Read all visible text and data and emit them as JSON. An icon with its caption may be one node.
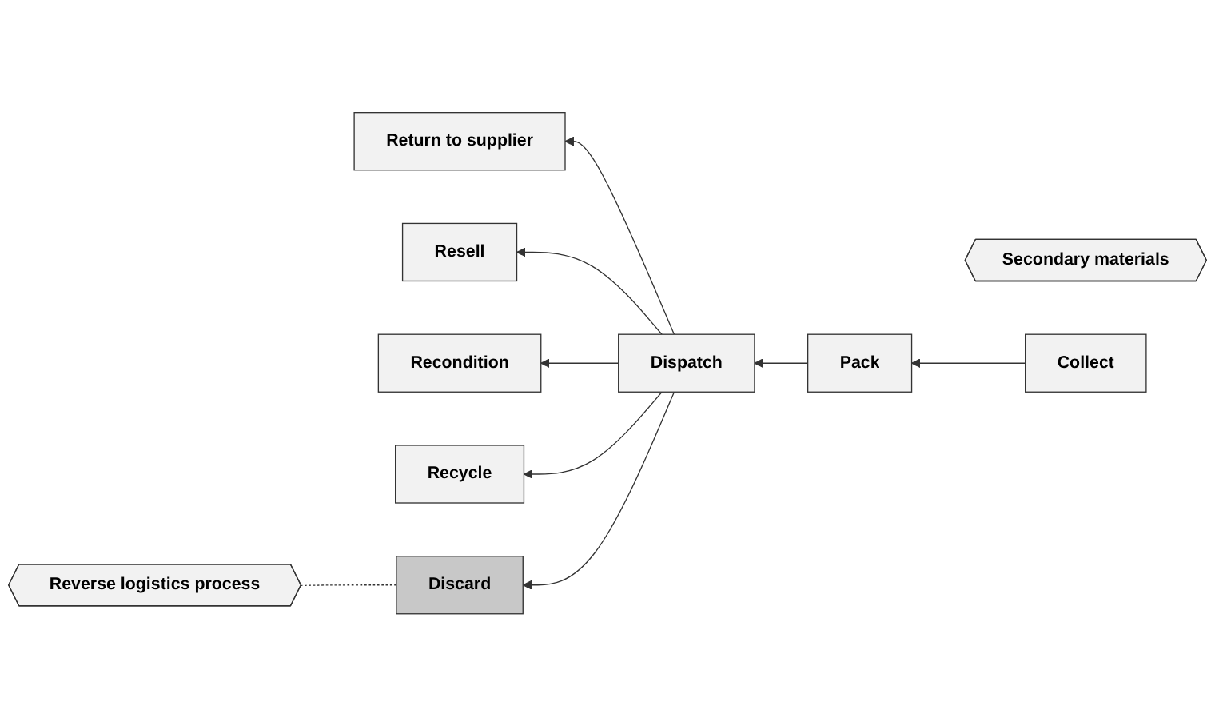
{
  "diagram": {
    "nodes": [
      {
        "text": [
          "Secondary materials"
        ]
      },
      {
        "text": [
          "Return to supplier"
        ]
      },
      {
        "text": [
          "Resell"
        ]
      },
      {
        "text": [
          "Recondition"
        ]
      },
      {
        "text": [
          "Recycle"
        ]
      },
      {
        "text": [
          "Discard"
        ]
      },
      {
        "text": [
          "Dispatch"
        ]
      },
      {
        "text": [
          "Pack"
        ]
      },
      {
        "text": [
          "Collect"
        ]
      },
      {
        "text": [
          "Reverse logistics process"
        ]
      }
    ],
    "edges": [
      {
        "from": 8,
        "to": 7,
        "arrow": "to"
      },
      {
        "from": 7,
        "to": 6,
        "arrow": "to"
      },
      {
        "from": 6,
        "to": 1,
        "arrow": "to"
      },
      {
        "from": 6,
        "to": 2,
        "arrow": "to"
      },
      {
        "from": 6,
        "to": 3,
        "arrow": "to"
      },
      {
        "from": 6,
        "to": 4,
        "arrow": "to"
      },
      {
        "from": 6,
        "to": 5,
        "arrow": "to"
      },
      {
        "from": 5,
        "to": 9,
        "arrow": "none",
        "style": "dashed"
      }
    ]
  }
}
